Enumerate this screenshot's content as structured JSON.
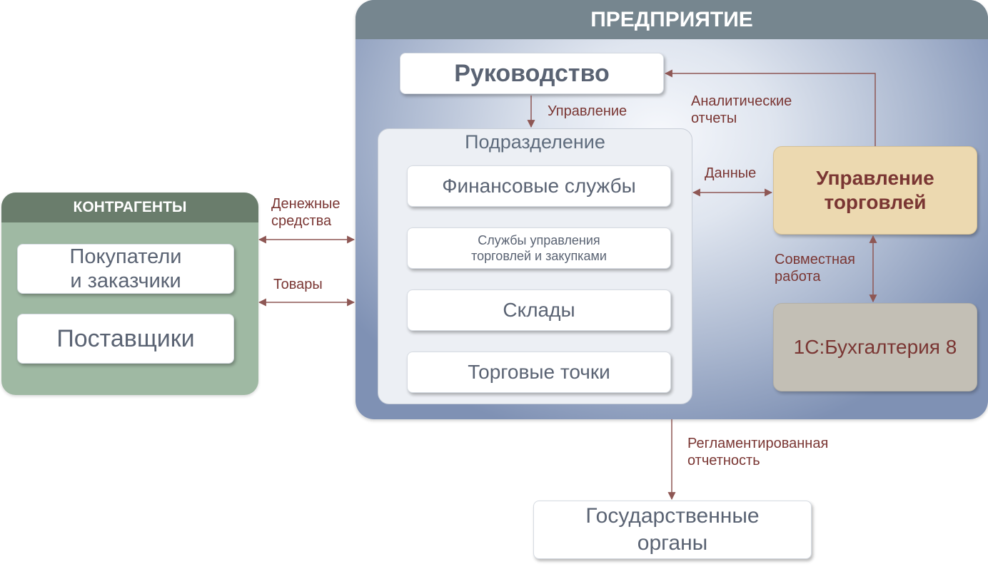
{
  "counterparties": {
    "title": "КОНТРАГЕНТЫ",
    "buyers_line1": "Покупатели",
    "buyers_line2": "и заказчики",
    "suppliers": "Поставщики"
  },
  "enterprise": {
    "title": "ПРЕДПРИЯТИЕ",
    "management": "Руководство",
    "division": {
      "title": "Подразделение",
      "finance": "Финансовые службы",
      "trade_services_line1": "Службы управления",
      "trade_services_line2": "торговлей и закупками",
      "warehouses": "Склады",
      "points_of_sale": "Торговые точки"
    },
    "trade_management_line1": "Управление",
    "trade_management_line2": "торговлей",
    "accounting": "1С:Бухгалтерия 8"
  },
  "government": {
    "line1": "Государственные",
    "line2": "органы"
  },
  "flows": {
    "money_line1": "Денежные",
    "money_line2": "средства",
    "goods": "Товары",
    "control": "Управление",
    "analytics_line1": "Аналитические",
    "analytics_line2": "отчеты",
    "data": "Данные",
    "joint_line1": "Совместная",
    "joint_line2": "работа",
    "regulated_line1": "Регламентированная",
    "regulated_line2": "отчетность"
  },
  "colors": {
    "arrow": "#8e5754",
    "label": "#7a3633",
    "counterparties_header": "#6a7d6c",
    "counterparties_body": "#9fb9a3",
    "enterprise_header": "#76868f",
    "trade_management": "#ecd9b0",
    "accounting": "#c3bfb5"
  }
}
